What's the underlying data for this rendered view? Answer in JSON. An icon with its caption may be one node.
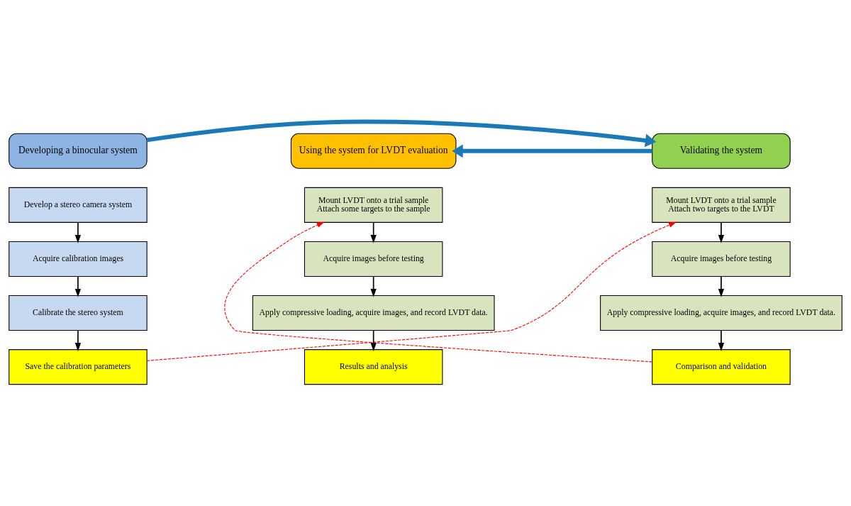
{
  "diagram": {
    "nodes": [
      {
        "text": [
          "Developing a binocular system"
        ]
      },
      {
        "text": [
          "Validating the system"
        ]
      },
      {
        "text": [
          "Using the system for LVDT evaluation"
        ]
      },
      {
        "text": [
          "Develop a stereo camera system"
        ]
      },
      {
        "text": [
          "Acquire calibration images"
        ]
      },
      {
        "text": [
          "Calibrate the stereo system"
        ]
      },
      {
        "text": [
          "Save the calibration parameters"
        ]
      },
      {
        "text": [
          "Mount LVDT onto a trial sample",
          "Attach two targets to the LVDT"
        ]
      },
      {
        "text": [
          "Acquire images before testing"
        ]
      },
      {
        "text": [
          "Apply compressive loading, acquire images, and record LVDT data."
        ]
      },
      {
        "text": [
          "Comparison and validation"
        ]
      },
      {
        "text": [
          "Mount LVDT onto a trial sample",
          "Attach some targets to the sample"
        ]
      },
      {
        "text": [
          "Acquire images before testing"
        ]
      },
      {
        "text": [
          "Apply compressive loading, acquire images, and record LVDT data."
        ]
      },
      {
        "text": [
          "Results and analysis"
        ]
      }
    ],
    "edges": [
      {
        "from": 0,
        "to": 1,
        "arrow": "to",
        "style": "thick",
        "color": "#1a7ab8"
      },
      {
        "from": 1,
        "to": 2,
        "arrow": "to",
        "style": "thick",
        "color": "#1a7ab8"
      },
      {
        "from": 3,
        "to": 4,
        "arrow": "to"
      },
      {
        "from": 4,
        "to": 5,
        "arrow": "to"
      },
      {
        "from": 5,
        "to": 6,
        "arrow": "to"
      },
      {
        "from": 6,
        "to": 7,
        "arrow": "to",
        "style": "dashed",
        "color": "#ff0000"
      },
      {
        "from": 7,
        "to": 8,
        "arrow": "to"
      },
      {
        "from": 8,
        "to": 9,
        "arrow": "to"
      },
      {
        "from": 9,
        "to": 10,
        "arrow": "to"
      },
      {
        "from": 10,
        "to": 11,
        "arrow": "to",
        "style": "dashed",
        "color": "#ff0000"
      },
      {
        "from": 11,
        "to": 12,
        "arrow": "to"
      },
      {
        "from": 12,
        "to": 13,
        "arrow": "to"
      },
      {
        "from": 13,
        "to": 14,
        "arrow": "to"
      }
    ]
  }
}
